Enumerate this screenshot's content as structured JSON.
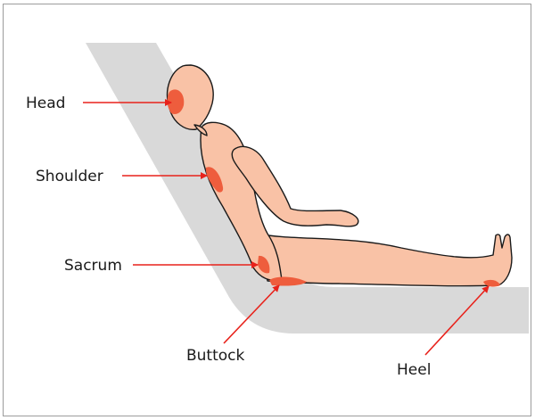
{
  "figure": {
    "labels": {
      "head": "Head",
      "shoulder": "Shoulder",
      "sacrum": "Sacrum",
      "buttock": "Buttock",
      "heel": "Heel"
    }
  },
  "colors": {
    "skin": "#f9c2a6",
    "outline": "#1a1a1a",
    "pressure": "#ee5d3d",
    "arrow": "#e8221b",
    "bed": "#d9d9d9"
  }
}
